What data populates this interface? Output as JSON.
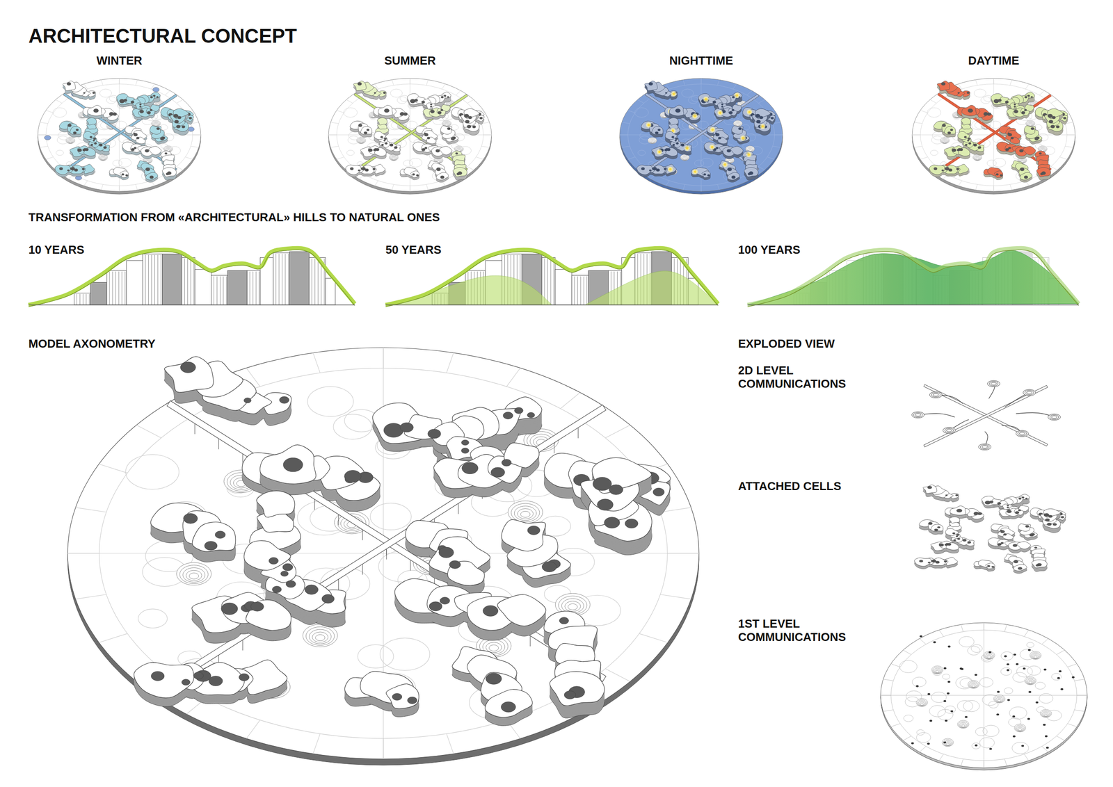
{
  "diagram": {
    "title": "ARCHITECTURAL CONCEPT",
    "labels": [
      "WINTER",
      "SUMMER",
      "NIGHTTIME",
      "DAYTIME",
      "TRANSFORMATION FROM «ARCHITECTURAL» HILLS TO NATURAL ONES",
      "10 YEARS",
      "50 YEARS",
      "100 YEARS",
      "MODEL AXONOMETRY",
      "EXPLODED VIEW",
      "2D LEVEL COMMUNICATIONS",
      "ATTACHED CELLS",
      "1ST LEVEL COMMUNICATIONS"
    ]
  }
}
